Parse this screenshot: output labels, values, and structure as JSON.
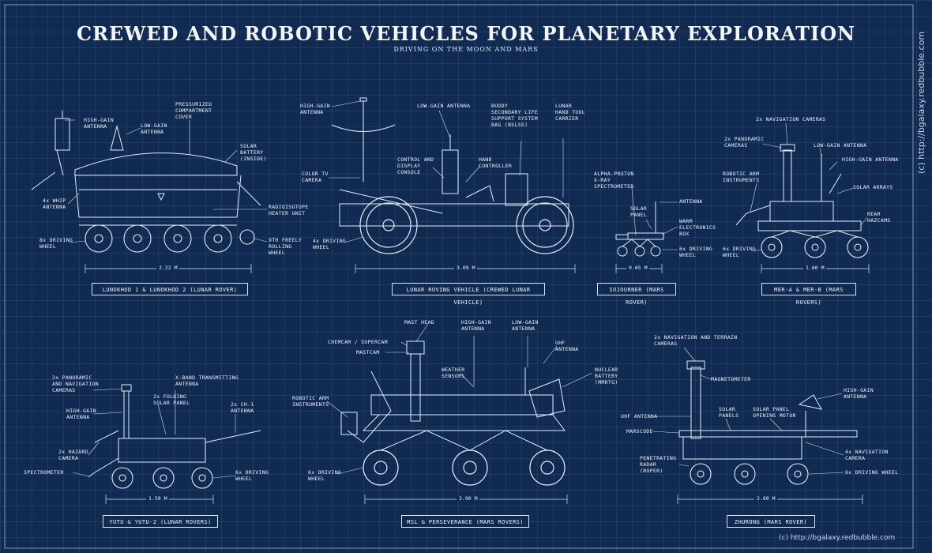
{
  "header": {
    "title": "CREWED AND ROBOTIC VEHICLES FOR PLANETARY EXPLORATION",
    "subtitle": "DRIVING ON THE MOON AND MARS"
  },
  "credits": {
    "bottom": "(c) http://bgalaxy.redbubble.com",
    "side": "(c) http://bgalaxy.redbubble.com"
  },
  "vehicles": {
    "lunokhod": {
      "caption": "LUNOKHOD 1 & LUNOKHOD 2 (LUNAR ROVER)",
      "dimension": "2.22 M",
      "labels": {
        "high_gain": "HIGH-GAIN\nANTENNA",
        "low_gain": "LOW-GAIN\nANTENNA",
        "cover": "PRESSURIZED\nCOMPARTMENT\nCOVER",
        "solar": "SOLAR\nBATTERY\n(INSIDE)",
        "whip": "4x WHIP\nANTENNA",
        "heater": "RADIOISOTOPE\nHEATER UNIT",
        "driving": "8x DRIVING\nWHEEL",
        "ninth": "9TH FREELY\nROLLING\nWHEEL"
      }
    },
    "lrv": {
      "caption": "LUNAR ROVING VEHICLE (CREWED LUNAR VEHICLE)",
      "dimension": "3.09 M",
      "labels": {
        "high_gain": "HIGH-GAIN\nANTENNA",
        "low_gain": "LOW-GAIN ANTENNA",
        "blss": "BUDDY\nSECONDARY LIFE\nSUPPORT SYSTEM\nBAG (BSLSS)",
        "tool": "LUNAR\nHAND TOOL\nCARRIER",
        "console": "CONTROL AND\nDISPLAY\nCONSOLE",
        "controller": "HAND\nCONTROLLER",
        "tv": "COLOR TV\nCAMERA",
        "driving": "4x DRIVING\nWHEEL"
      }
    },
    "sojourner": {
      "caption": "SOJOURNER (MARS ROVER)",
      "dimension": "0.65 M",
      "labels": {
        "apxs": "ALPHA-PROTON\nX-RAY\nSPECTROMETER",
        "antenna": "ANTENNA",
        "panel": "SOLAR\nPANEL",
        "web": "WARM\nELECTRONICS\nBOX",
        "driving": "6x DRIVING\nWHEEL"
      }
    },
    "mer": {
      "caption": "MER-A & MER-B (MARS ROVERS)",
      "dimension": "1.60 M",
      "labels": {
        "navcam": "2x NAVIGATION CAMERAS",
        "pancam": "2x PANORAMIC\nCAMERAS",
        "low_gain": "LOW-GAIN ANTENNA",
        "high_gain": "HIGH-GAIN ANTENNA",
        "arm": "ROBOTIC ARM\nINSTRUMENTS",
        "solar": "SOLAR ARRAYS",
        "hazcams": "REAR\nHAZCAMS",
        "driving": "6x DRIVING\nWHEEL"
      }
    },
    "yutu": {
      "caption": "YUTU & YUTU-2 (LUNAR ROVERS)",
      "dimension": "1.50 M",
      "labels": {
        "pancam": "2x PANORAMIC\nAND NAVIGATION\nCAMERAS",
        "xband": "X-BAND TRANSMITTING\nANTENNA",
        "folding": "2x FOLDING\nSOLAR PANEL",
        "high_gain": "HIGH-GAIN\nANTENNA",
        "ch1": "2x CH-1\nANTENNA",
        "hazard": "2x HAZARD\nCAMERA",
        "spectrometer": "SPECTROMETER",
        "driving": "6x DRIVING\nWHEEL"
      }
    },
    "msl": {
      "caption": "MSL & PERSEVERANCE (MARS ROVERS)",
      "dimension": "2.90 M",
      "labels": {
        "mast": "MAST HEAD",
        "chemcam": "CHEMCAM / SUPERCAM",
        "mastcam": "MASTCAM",
        "high_gain": "HIGH-GAIN\nANTENNA",
        "low_gain": "LOW-GAIN\nANTENNA",
        "uhf": "UHF\nANTENNA",
        "weather": "WEATHER\nSENSORS",
        "battery": "NUCLEAR\nBATTERY\n(MMRTG)",
        "arm": "ROBOTIC ARM\nINSTRUMENTS",
        "driving": "6x DRIVING\nWHEEL"
      }
    },
    "zhurong": {
      "caption": "ZHURONG (MARS ROVER)",
      "dimension": "2.60 M",
      "labels": {
        "navcam": "2x NAVIGATION AND TERRAIN\nCAMERAS",
        "magnetometer": "MAGNETOMETER",
        "high_gain": "HIGH-GAIN\nANTENNA",
        "uhf": "UHF ANTENNA",
        "panels": "SOLAR\nPANELS",
        "motor": "SOLAR PANEL\nOPENING MOTOR",
        "marscode": "MARSCODE",
        "nav4": "4x NAVIGATION\nCAMERA",
        "radar": "PENETRATING\nRADAR\n(ROPER)",
        "driving": "6x DRIVING WHEEL"
      }
    }
  }
}
